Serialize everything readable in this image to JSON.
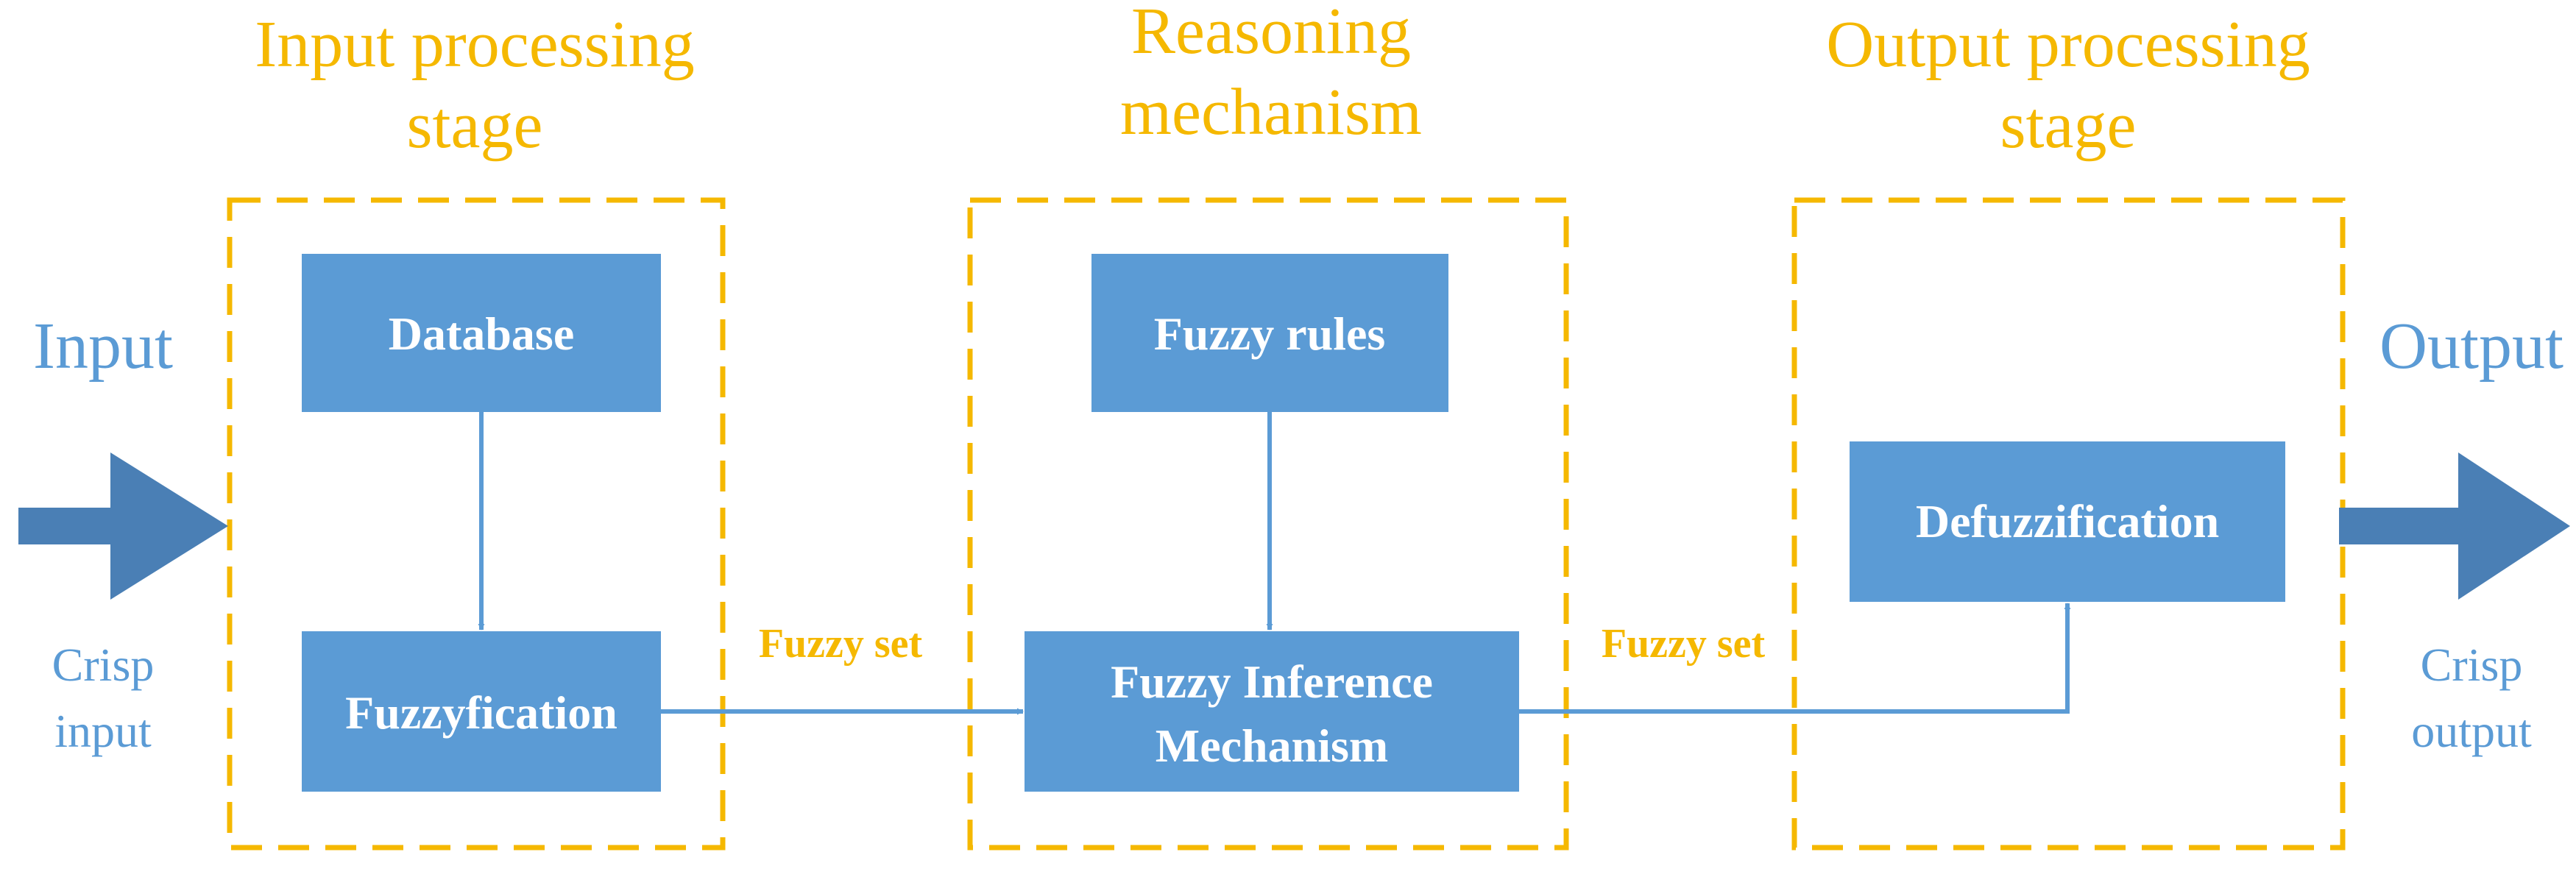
{
  "colors": {
    "stage_border": "#F5B800",
    "process_box": "#5B9BD5",
    "connector": "#5B9BD5",
    "big_arrow": "#4A7FB5",
    "stage_text": "#F5B800",
    "io_text": "#5B9BD5"
  },
  "stages": {
    "input": {
      "line1": "Input processing",
      "line2": "stage"
    },
    "reasoning": {
      "line1": "Reasoning",
      "line2": "mechanism"
    },
    "output": {
      "line1": "Output processing",
      "line2": "stage"
    }
  },
  "input_side": {
    "title": "Input",
    "sub1": "Crisp",
    "sub2": "input"
  },
  "output_side": {
    "title": "Output",
    "sub1": "Crisp",
    "sub2": "output"
  },
  "boxes": {
    "database": "Database",
    "fuzzyfication": "Fuzzyfication",
    "fuzzy_rules": "Fuzzy rules",
    "inference_line1": "Fuzzy Inference",
    "inference_line2": "Mechanism",
    "defuzzification": "Defuzzification"
  },
  "edges": {
    "fuzzy_set_1": "Fuzzy set",
    "fuzzy_set_2": "Fuzzy set"
  }
}
